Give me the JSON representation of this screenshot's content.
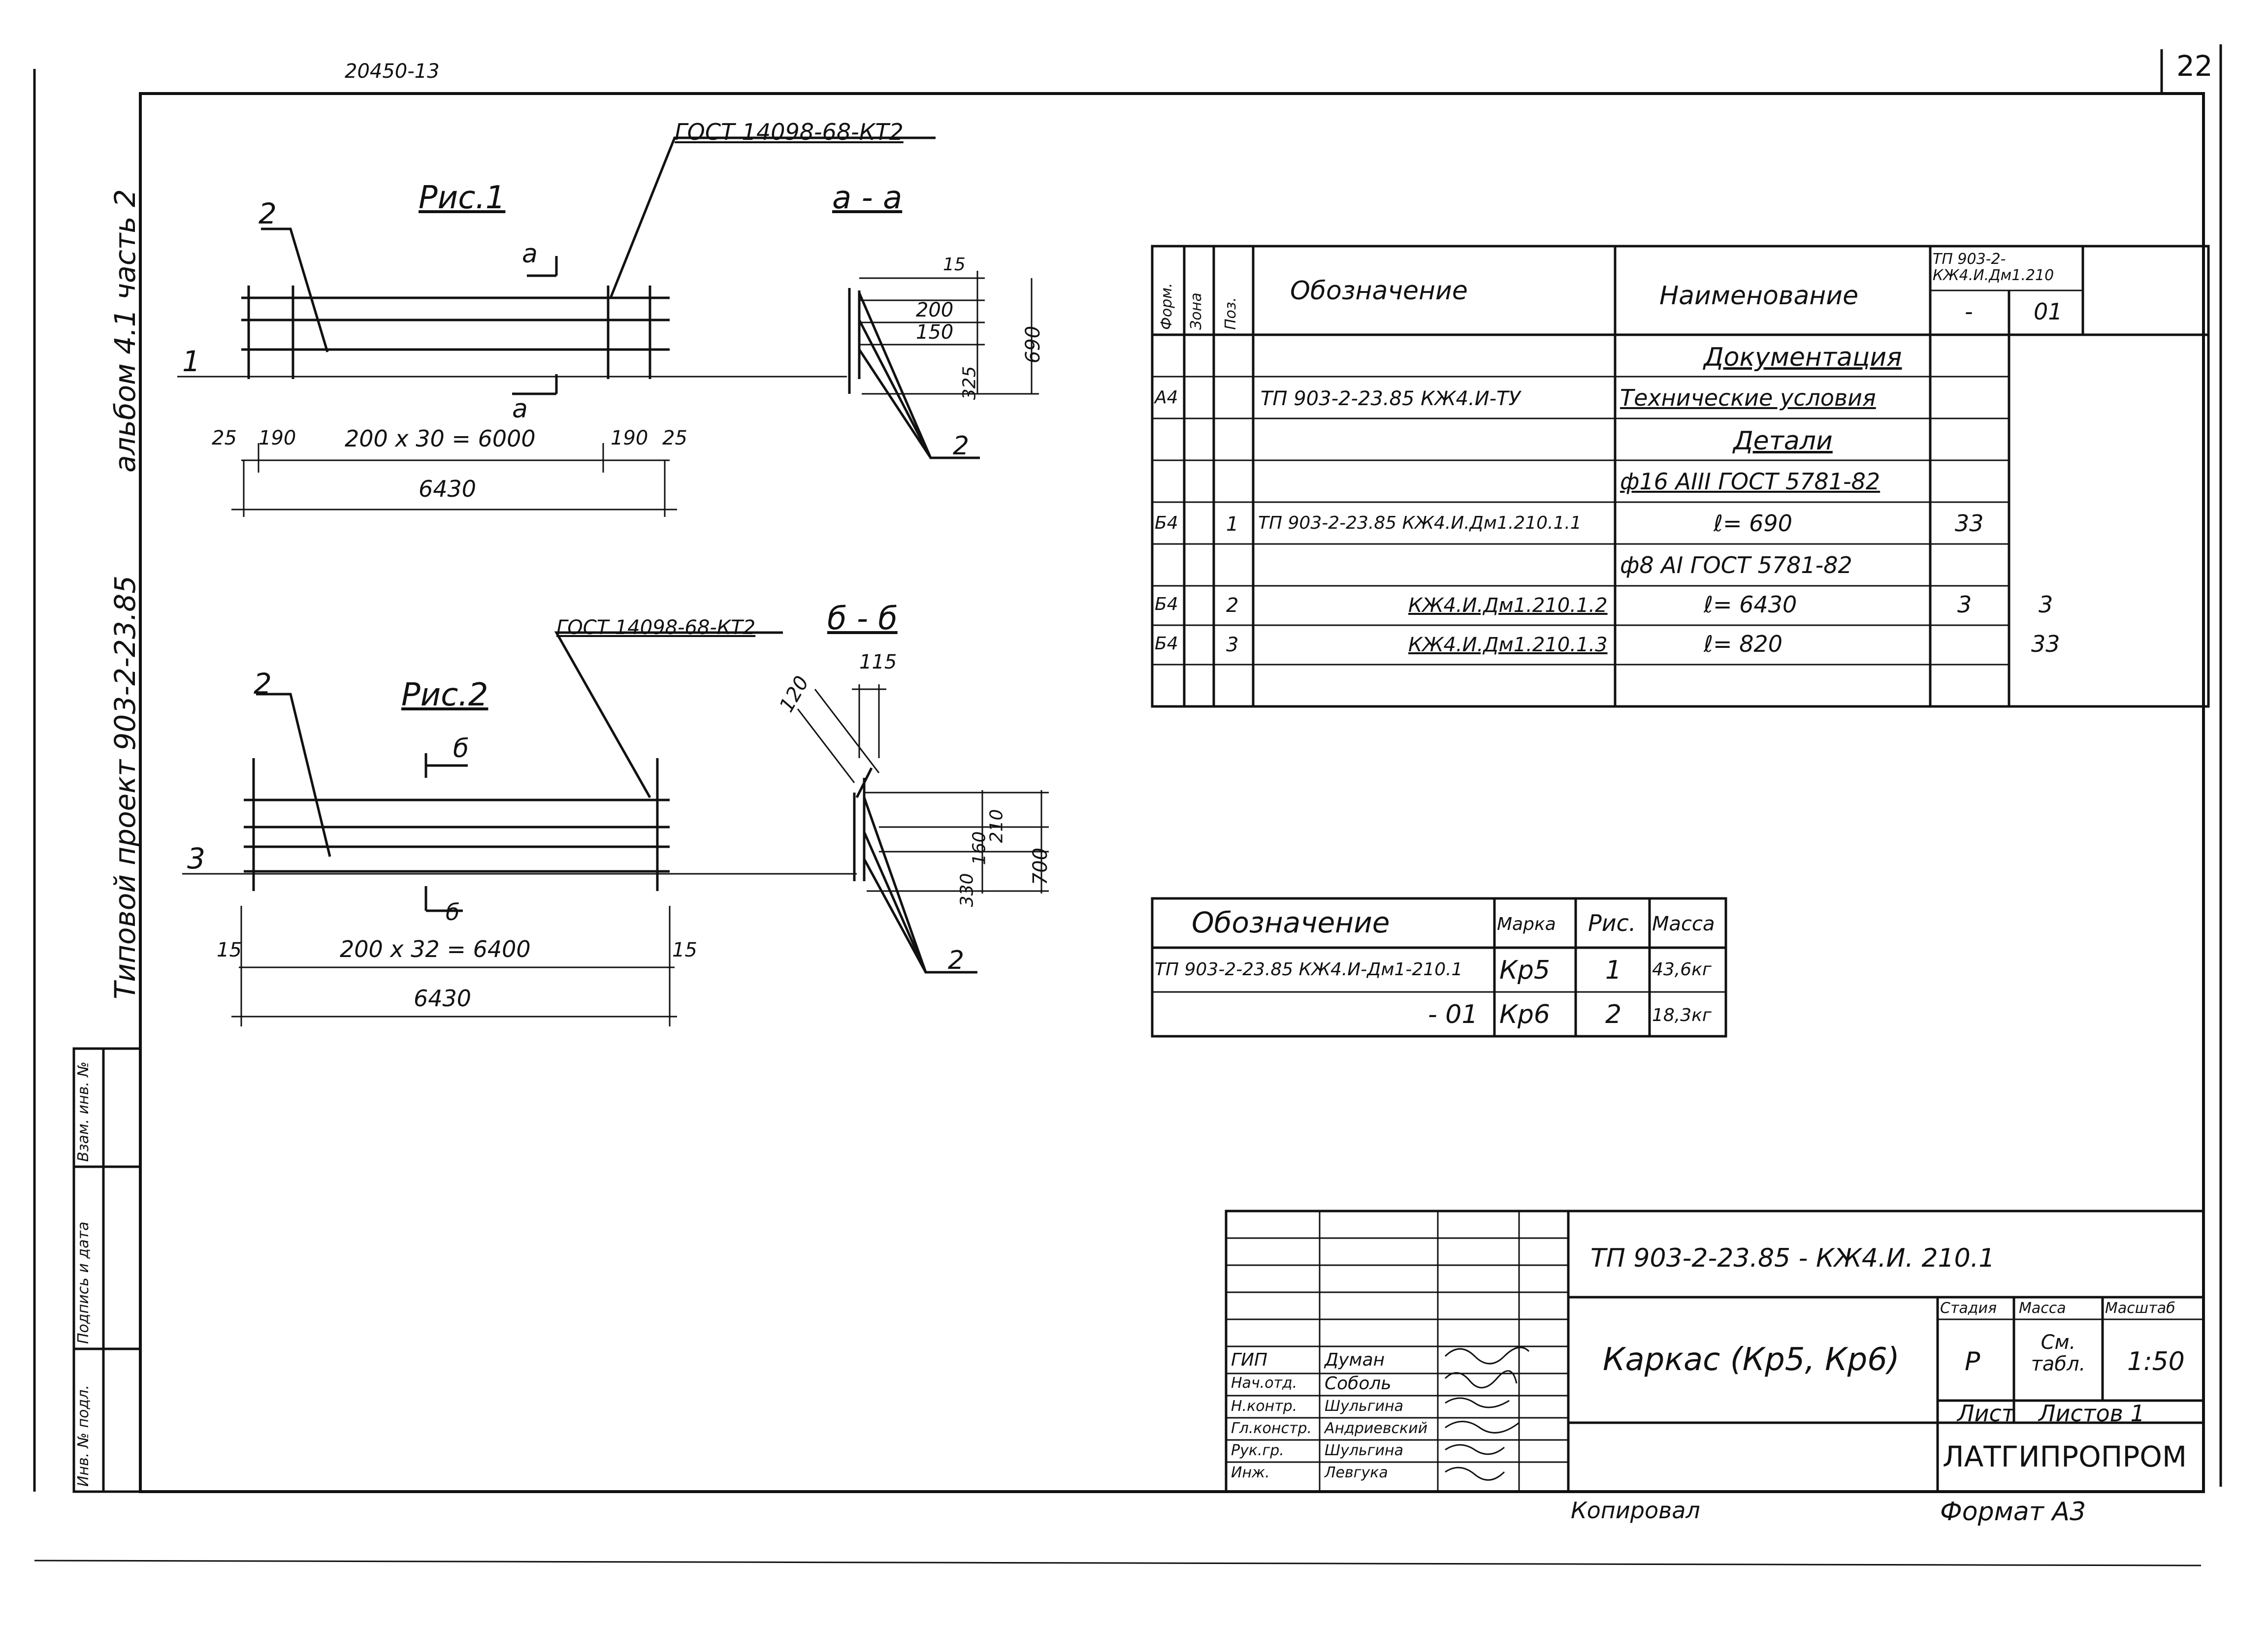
{
  "header": {
    "top_code": "20450-13",
    "sheet_number": "22"
  },
  "side_title": {
    "album": "альбом 4.1 часть 2",
    "project": "Типовой проект 903-2-23.85"
  },
  "side_stamp": [
    "Инв. № подл.",
    "Подпись и дата",
    "Взам. инв. №"
  ],
  "fig1": {
    "title": "Рис.1",
    "section_title": "а - а",
    "section_mark": "а",
    "gost_label": "ГОСТ 14098-68-КТ2",
    "pos_labels": [
      "1",
      "2"
    ],
    "dims": {
      "left_end": "25",
      "left_step": "190",
      "mid": "200 x 30 = 6000",
      "right_step": "190",
      "right_end": "25",
      "overall": "6430"
    },
    "section_dims": [
      "15",
      "200",
      "150",
      "325",
      "690"
    ],
    "section_pos": "2"
  },
  "fig2": {
    "title": "Рис.2",
    "section_title": "б - б",
    "section_mark": "б",
    "gost_label": "ГОСТ 14098-68-КТ2",
    "pos_labels": [
      "3",
      "2"
    ],
    "dims": {
      "left_end": "15",
      "mid": "200 x 32 = 6400",
      "right_end": "15",
      "overall": "6430"
    },
    "section_dims": [
      "120",
      "115",
      "210",
      "160",
      "330",
      "700"
    ],
    "section_pos": "2"
  },
  "spec_table": {
    "headers": {
      "format": "Форм.",
      "zone": "Зона",
      "pos": "Поз.",
      "designation": "Обозначение",
      "name": "Наименование",
      "qty_header": "ТП 903-2-КЖ4.И.Дм1.210",
      "qty_col1": "-",
      "qty_col2": "01"
    },
    "rows": [
      {
        "format": "",
        "zone": "",
        "pos": "",
        "designation": "",
        "name": "Документация",
        "q1": "",
        "q2": "",
        "underline": true
      },
      {
        "format": "А4",
        "zone": "",
        "pos": "",
        "designation": "ТП 903-2-23.85  КЖ4.И-ТУ",
        "name": "Технические условия",
        "q1": "",
        "q2": ""
      },
      {
        "format": "",
        "zone": "",
        "pos": "",
        "designation": "",
        "name": "Детали",
        "q1": "",
        "q2": "",
        "underline": true
      },
      {
        "format": "",
        "zone": "",
        "pos": "",
        "designation": "",
        "name": "ф16 АIII ГОСТ 5781-82",
        "q1": "",
        "q2": ""
      },
      {
        "format": "Б4",
        "zone": "",
        "pos": "1",
        "designation": "ТП 903-2-23.85 КЖ4.И.Дм1.210.1.1",
        "name": "ℓ= 690",
        "q1": "33",
        "q2": ""
      },
      {
        "format": "",
        "zone": "",
        "pos": "",
        "designation": "",
        "name": "ф8 АI ГОСТ 5781-82",
        "q1": "",
        "q2": ""
      },
      {
        "format": "Б4",
        "zone": "",
        "pos": "2",
        "designation": "КЖ4.И.Дм1.210.1.2",
        "name": "ℓ= 6430",
        "q1": "3",
        "q2": "3"
      },
      {
        "format": "Б4",
        "zone": "",
        "pos": "3",
        "designation": "КЖ4.И.Дм1.210.1.3",
        "name": "ℓ= 820",
        "q1": "",
        "q2": "33"
      },
      {
        "format": "",
        "zone": "",
        "pos": "",
        "designation": "",
        "name": "",
        "q1": "",
        "q2": ""
      }
    ]
  },
  "mass_table": {
    "headers": {
      "designation": "Обозначение",
      "mark": "Марка",
      "fig": "Рис.",
      "mass": "Масса"
    },
    "rows": [
      {
        "designation": "ТП 903-2-23.85 КЖ4.И-Дм1-210.1",
        "mark": "Кр5",
        "fig": "1",
        "mass": "43,6кг"
      },
      {
        "designation": "- 01",
        "mark": "Кр6",
        "fig": "2",
        "mass": "18,3кг"
      }
    ]
  },
  "title_block": {
    "code": "ТП 903-2-23.85        - КЖ4.И. 210.1",
    "name": "Каркас (Кр5, Кр6)",
    "stage_label": "Стадия",
    "mass_label": "Масса",
    "scale_label": "Масштаб",
    "stage": "Р",
    "mass": "См. табл.",
    "scale": "1:50",
    "sheet_label": "Лист",
    "sheets_label": "Листов 1",
    "org": "ЛАТГИПРОПРОМ",
    "people": [
      {
        "role": "ГИП",
        "name": "Думан"
      },
      {
        "role": "Нач.отд.",
        "name": "Соболь"
      },
      {
        "role": "Н.контр.",
        "name": "Шульгина"
      },
      {
        "role": "Гл.констр.",
        "name": "Андриевский"
      },
      {
        "role": "Рук.гр.",
        "name": "Шульгина"
      },
      {
        "role": "Инж.",
        "name": "Левгука"
      }
    ]
  },
  "footer": {
    "copied": "Копировал",
    "format": "Формат А3"
  }
}
